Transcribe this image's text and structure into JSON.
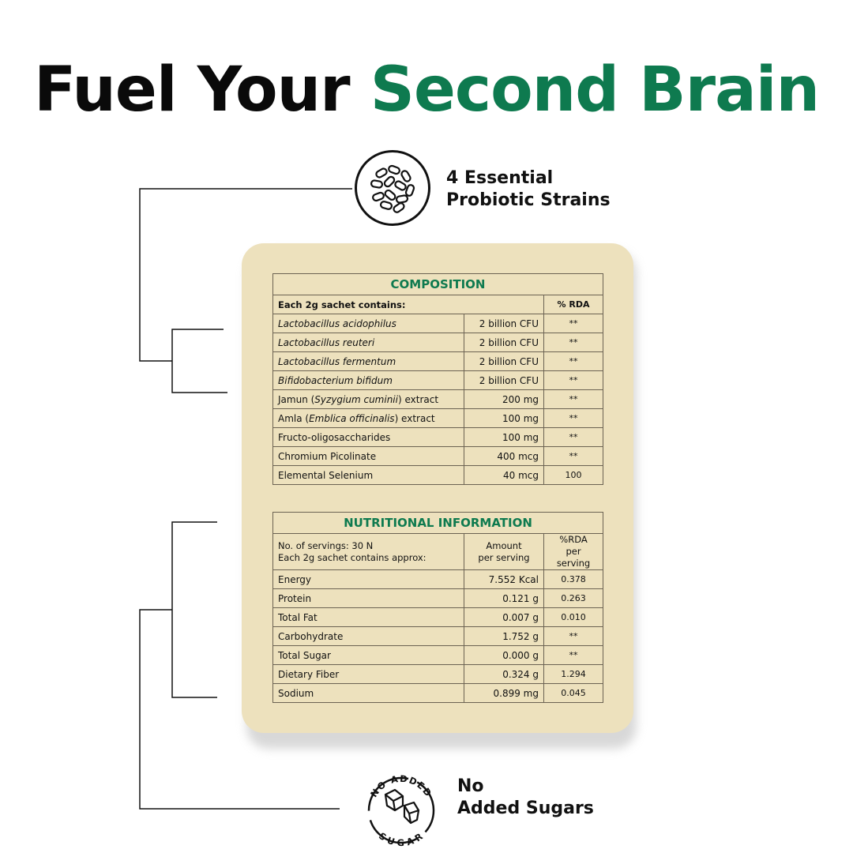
{
  "headline": {
    "part1": "Fuel Your",
    "part2": "Second Brain"
  },
  "colors": {
    "accent": "#0e7a4f",
    "card": "#ede1bd",
    "ink": "#111111"
  },
  "badges": {
    "probiotic": {
      "icon": "bacteria-icon",
      "line1": "4 Essential",
      "line2": "Probiotic Strains"
    },
    "sugar": {
      "icon": "sugar-cubes-icon",
      "ring_top": "NO ADDED",
      "ring_bottom": "SUGAR",
      "line1": "No",
      "line2": "Added Sugars"
    }
  },
  "composition": {
    "title": "COMPOSITION",
    "header_label": "Each 2g sachet contains:",
    "header_rda": "% RDA",
    "rows": [
      {
        "pre": "",
        "ital": "Lactobacillus acidophilus",
        "post": "",
        "amount": "2 billion CFU",
        "rda": "**"
      },
      {
        "pre": "",
        "ital": "Lactobacillus reuteri",
        "post": "",
        "amount": "2 billion CFU",
        "rda": "**"
      },
      {
        "pre": "",
        "ital": "Lactobacillus fermentum",
        "post": "",
        "amount": "2 billion CFU",
        "rda": "**"
      },
      {
        "pre": "",
        "ital": "Bifidobacterium bifidum",
        "post": "",
        "amount": "2 billion CFU",
        "rda": "**"
      },
      {
        "pre": "Jamun (",
        "ital": "Syzygium cuminii",
        "post": ") extract",
        "amount": "200 mg",
        "rda": "**"
      },
      {
        "pre": "Amla (",
        "ital": "Emblica officinalis",
        "post": ") extract",
        "amount": "100 mg",
        "rda": "**"
      },
      {
        "pre": "Fructo-oligosaccharides",
        "ital": "",
        "post": "",
        "amount": "100 mg",
        "rda": "**"
      },
      {
        "pre": "Chromium Picolinate",
        "ital": "",
        "post": "",
        "amount": "400 mcg",
        "rda": "**"
      },
      {
        "pre": "Elemental Selenium",
        "ital": "",
        "post": "",
        "amount": "40 mcg",
        "rda": "100"
      }
    ]
  },
  "nutrition": {
    "title": "NUTRITIONAL INFORMATION",
    "header_label_1": "No. of servings: 30 N",
    "header_label_2": "Each 2g sachet contains approx:",
    "header_amount_1": "Amount",
    "header_amount_2": "per serving",
    "header_rda_1": "%RDA",
    "header_rda_2": "per serving",
    "rows": [
      {
        "name": "Energy",
        "amount": "7.552 Kcal",
        "rda": "0.378"
      },
      {
        "name": "Protein",
        "amount": "0.121 g",
        "rda": "0.263"
      },
      {
        "name": "Total Fat",
        "amount": "0.007 g",
        "rda": "0.010"
      },
      {
        "name": "Carbohydrate",
        "amount": "1.752 g",
        "rda": "**"
      },
      {
        "name": "Total Sugar",
        "amount": "0.000 g",
        "rda": "**"
      },
      {
        "name": "Dietary Fiber",
        "amount": "0.324 g",
        "rda": "1.294"
      },
      {
        "name": "Sodium",
        "amount": "0.899 mg",
        "rda": "0.045"
      }
    ]
  }
}
